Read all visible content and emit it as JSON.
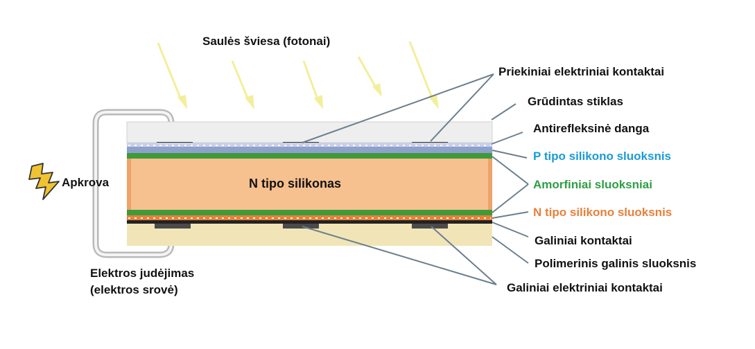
{
  "colors": {
    "glass": "#eeeeee",
    "antireflective": "#c9cfe6",
    "p_layer": "#8ea0cc",
    "amorphous": "#3f9a3a",
    "n_silicon": "#f7c08f",
    "n_layer": "#e8803a",
    "back_contact": "#222222",
    "polymer": "#f1e5b8",
    "leader_line": "#6b7f8c",
    "sun_arrow": "#f2ef9a",
    "label_p_layer": "#1a9bd7",
    "label_amorphous": "#2e9e44",
    "label_n_layer": "#e8803a"
  },
  "labels": {
    "sunlight": "Saulės šviesa (fotonai)",
    "front_contacts": "Priekiniai elektriniai kontaktai",
    "tempered_glass": "Grūdintas stiklas",
    "antireflective_coating": "Antirefleksinė danga",
    "p_type_layer": "P tipo silikono sluoksnis",
    "amorphous_layers": "Amorfiniai sluoksniai",
    "n_type_layer": "N tipo silikono sluoksnis",
    "back_contacts": "Galiniai kontaktai",
    "polymer_back_layer": "Polimerinis galinis sluoksnis",
    "back_electric_contacts": "Galiniai elektriniai kontaktai",
    "n_type_silicon": "N tipo silikonas",
    "load": "Apkrova",
    "current_line1": "Elektros judėjimas",
    "current_line2": "(elektros srovė)"
  },
  "icons": {
    "load": "lightning-bolt-icon",
    "sun": "sun-ray-arrow-icon"
  }
}
